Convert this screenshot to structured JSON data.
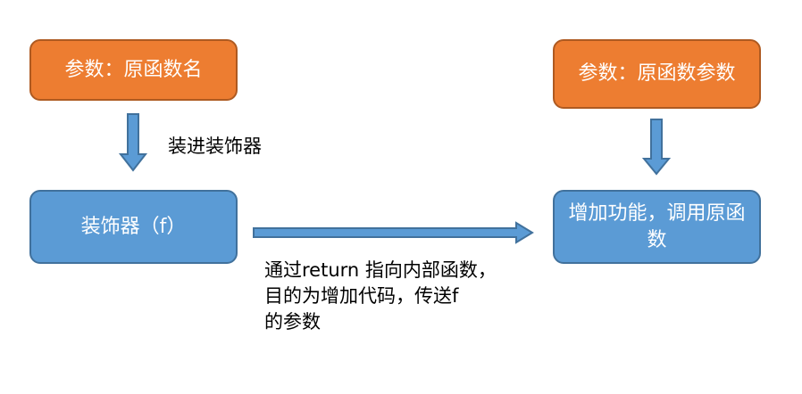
{
  "diagram": {
    "nodes": {
      "params_func_name": "参数：原函数名",
      "decorator": "装饰器（f）",
      "params_orig_func": "参数：原函数参数",
      "enhance_call": "增加功能，调用原函数"
    },
    "edge_labels": {
      "into_decorator": "装进装饰器",
      "return_inner": "通过return 指向内部函数，\n目的为增加代码，传送f\n的参数"
    },
    "colors": {
      "orange_fill": "#ED7D31",
      "orange_border": "#AE5A21",
      "blue_fill": "#5B9BD5",
      "blue_border": "#41719C"
    }
  }
}
